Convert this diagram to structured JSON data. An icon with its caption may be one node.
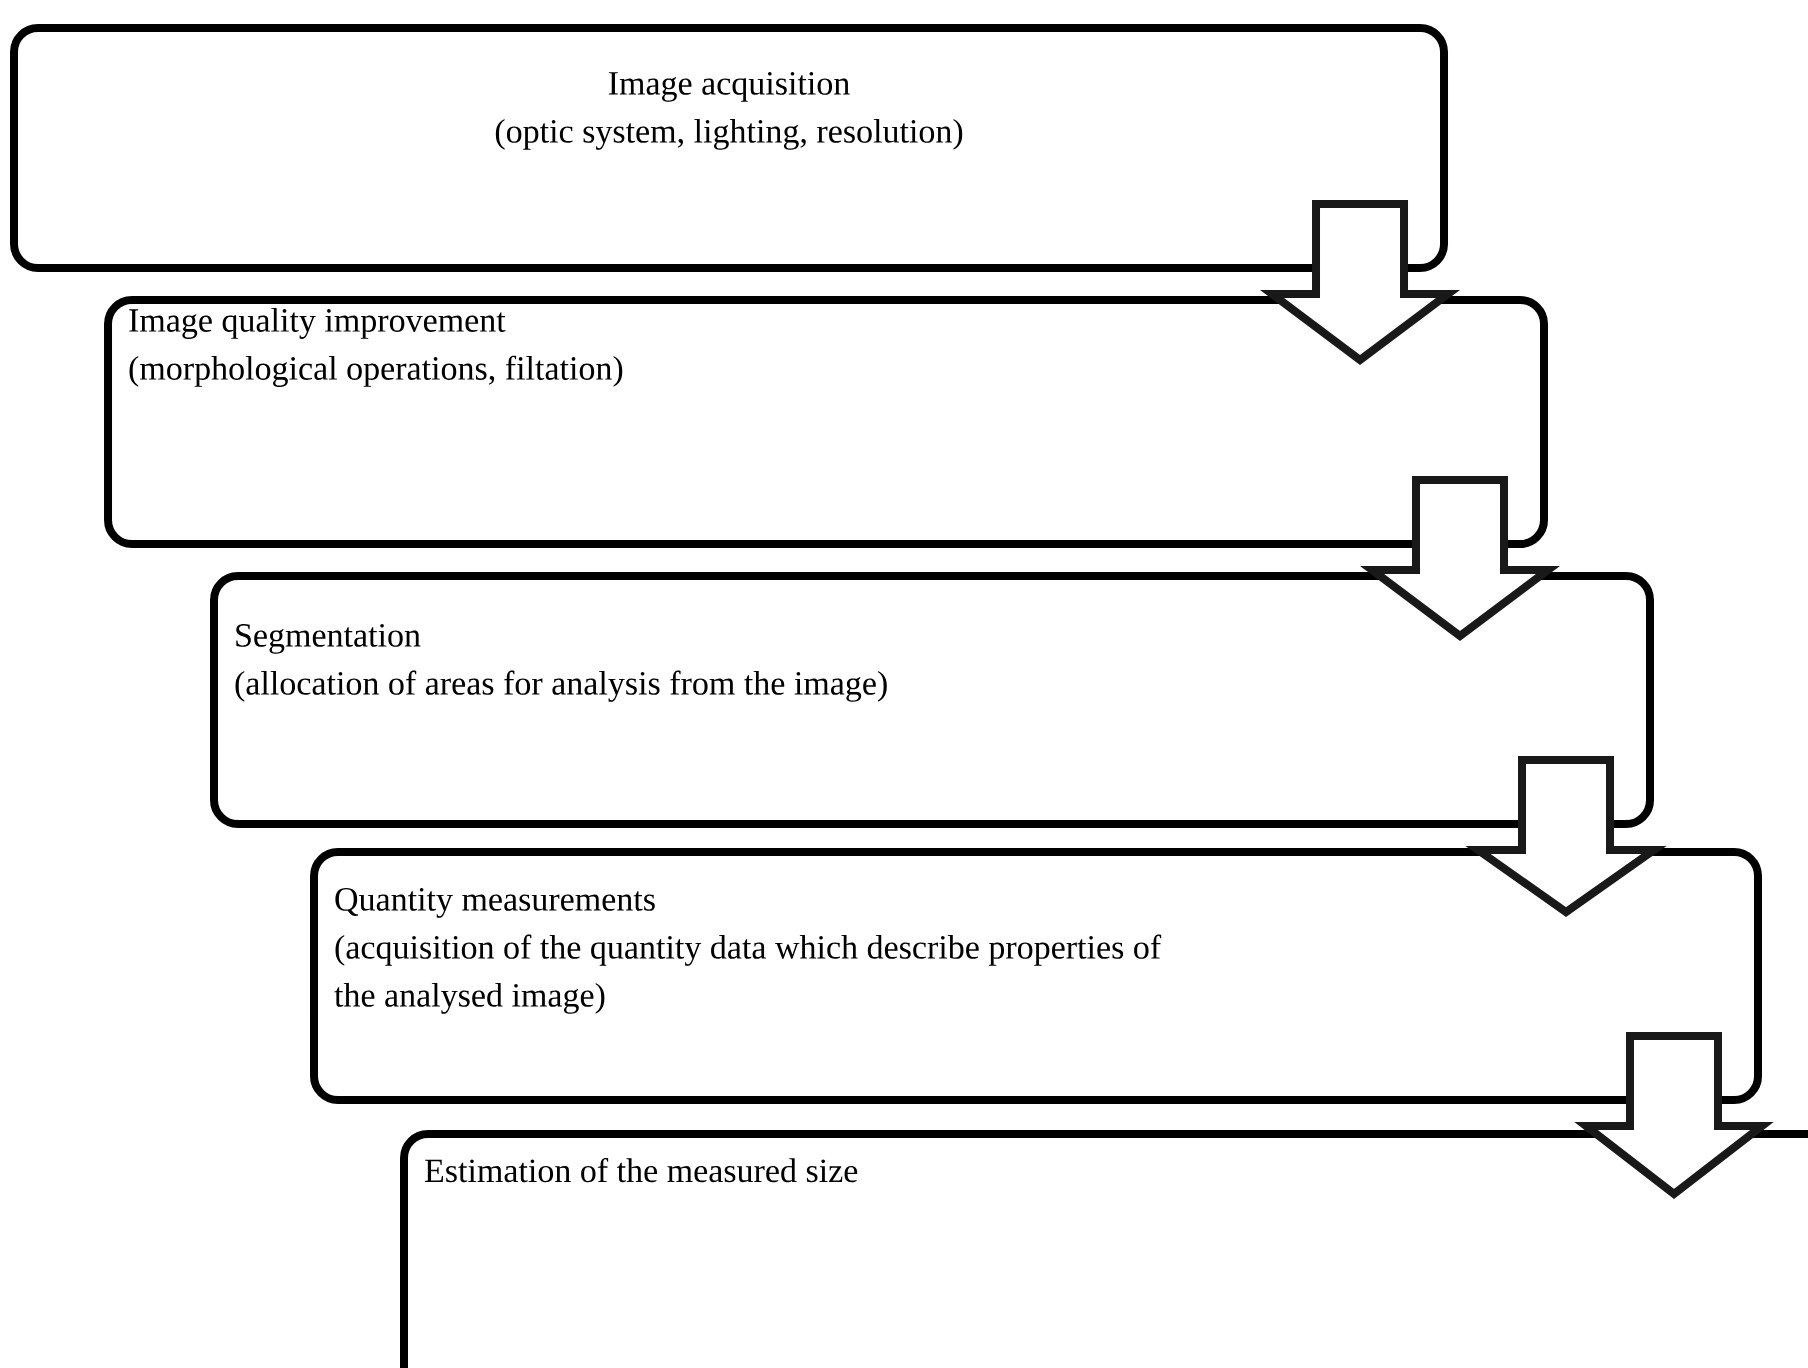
{
  "diagram": {
    "nodes": [
      {
        "text": [
          "Image acquisition",
          "(optic system, lighting, resolution)"
        ]
      },
      {
        "text": [
          "Image quality improvement",
          "(morphological operations, filtation)"
        ]
      },
      {
        "text": [
          "Segmentation",
          "(allocation of areas for analysis from the image)"
        ]
      },
      {
        "text": [
          "Quantity measurements",
          "(acquisition of the quantity data which describe properties of the analysed image)"
        ]
      },
      {
        "text": [
          "Estimation of the measured size"
        ]
      }
    ],
    "edges": [
      {
        "from": 0,
        "to": 1,
        "arrow": "to"
      },
      {
        "from": 1,
        "to": 2,
        "arrow": "to"
      },
      {
        "from": 2,
        "to": 3,
        "arrow": "to"
      },
      {
        "from": 3,
        "to": 4,
        "arrow": "to"
      }
    ]
  }
}
